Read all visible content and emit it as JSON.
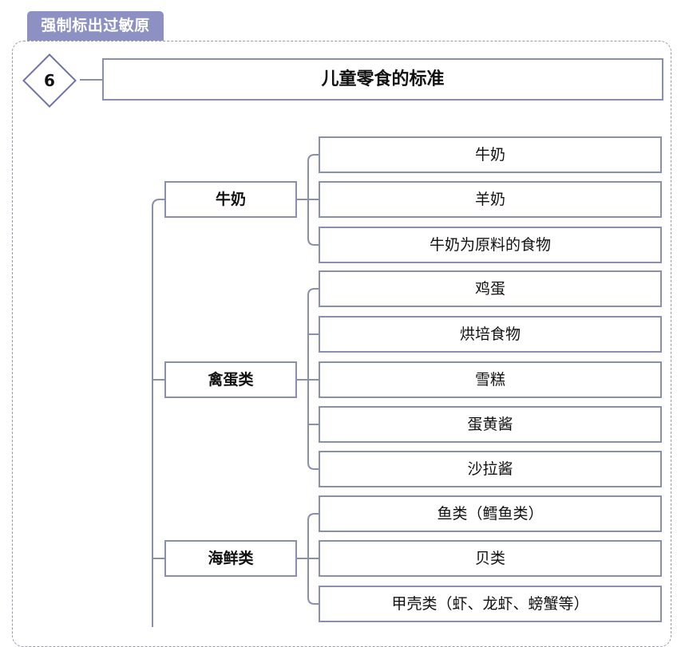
{
  "tag": {
    "label": "强制标出过敏原"
  },
  "section": {
    "number": "6",
    "title": "儿童零食的标准"
  },
  "categories": [
    {
      "label": "牛奶",
      "items": [
        "牛奶",
        "羊奶",
        "牛奶为原料的食物"
      ]
    },
    {
      "label": "禽蛋类",
      "items": [
        "鸡蛋",
        "烘培食物",
        "雪糕",
        "蛋黄酱",
        "沙拉酱"
      ]
    },
    {
      "label": "海鲜类",
      "items": [
        "鱼类（鳕鱼类）",
        "贝类",
        "甲壳类（虾、龙虾、螃蟹等）"
      ]
    }
  ],
  "colors": {
    "tag_bg": "#8c90c2",
    "border": "#8a8eaf",
    "connector": "#8a8eaf",
    "frame": "#9a9aa6"
  }
}
